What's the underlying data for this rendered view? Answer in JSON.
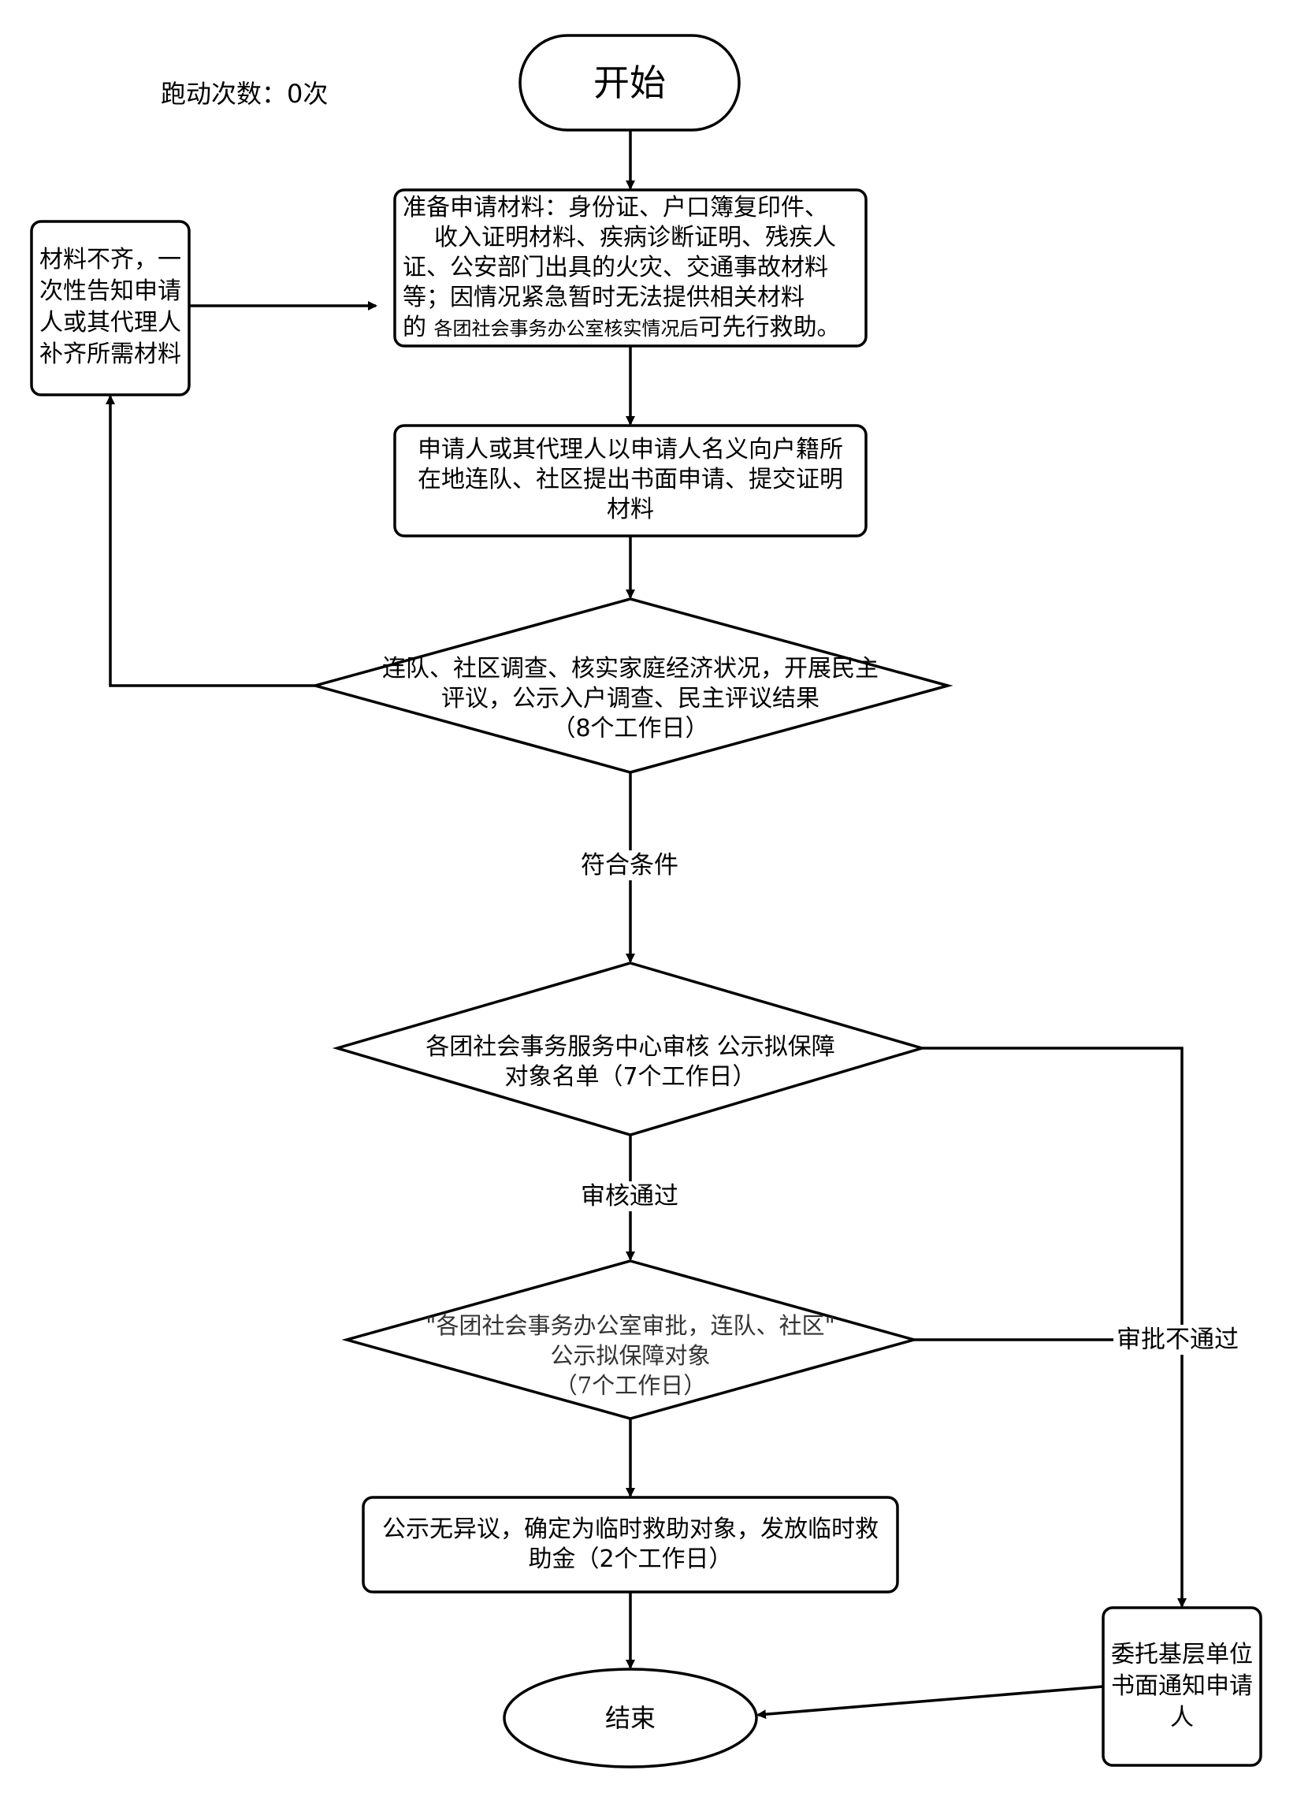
{
  "counter": "跑动次数：0次",
  "nodes": {
    "start": "开始",
    "prepare": {
      "line1": "准备申请材料：身份证、户口簿复印件、",
      "line2": "收入证明材料、疾病诊断证明、残疾人",
      "line3": "证、公安部门出具的火灾、交通事故材料",
      "line4": "等；因情况紧急暂时无法提供相关材料",
      "line5a": "的 ",
      "line5b": "各团社会事务办公室核实情况后",
      "line5c": "可先行救助。"
    },
    "incomplete": {
      "line1": "材料不齐，一",
      "line2": "次性告知申请",
      "line3": "人或其代理人",
      "line4": "补齐所需材料"
    },
    "apply": {
      "line1": "申请人或其代理人以申请人名义向户籍所",
      "line2": "在地连队、社区提出书面申请、提交证明",
      "line3": "材料"
    },
    "investigate": {
      "line1": "连队、社区调查、核实家庭经济状况，开展民主",
      "line2": "评议，公示入户调查、民主评议结果",
      "line3": "（8个工作日）"
    },
    "review": {
      "line1": "各团社会事务服务中心审核 公示拟保障",
      "line2": "对象名单（7个工作日）"
    },
    "approve": {
      "line1": "\"各团社会事务办公室审批，连队、社区\"",
      "line2": "公示拟保障对象",
      "line3": "（7个工作日）"
    },
    "grant": {
      "line1": "公示无异议，确定为临时救助对象，发放临时救",
      "line2": "助金（2个工作日）"
    },
    "notify": {
      "line1": "委托基层单位",
      "line2": "书面通知申请",
      "line3": "人"
    },
    "end": "结束"
  },
  "edge_labels": {
    "eligible": "符合条件",
    "passed": "审核通过",
    "rejected": "审批不通过"
  }
}
